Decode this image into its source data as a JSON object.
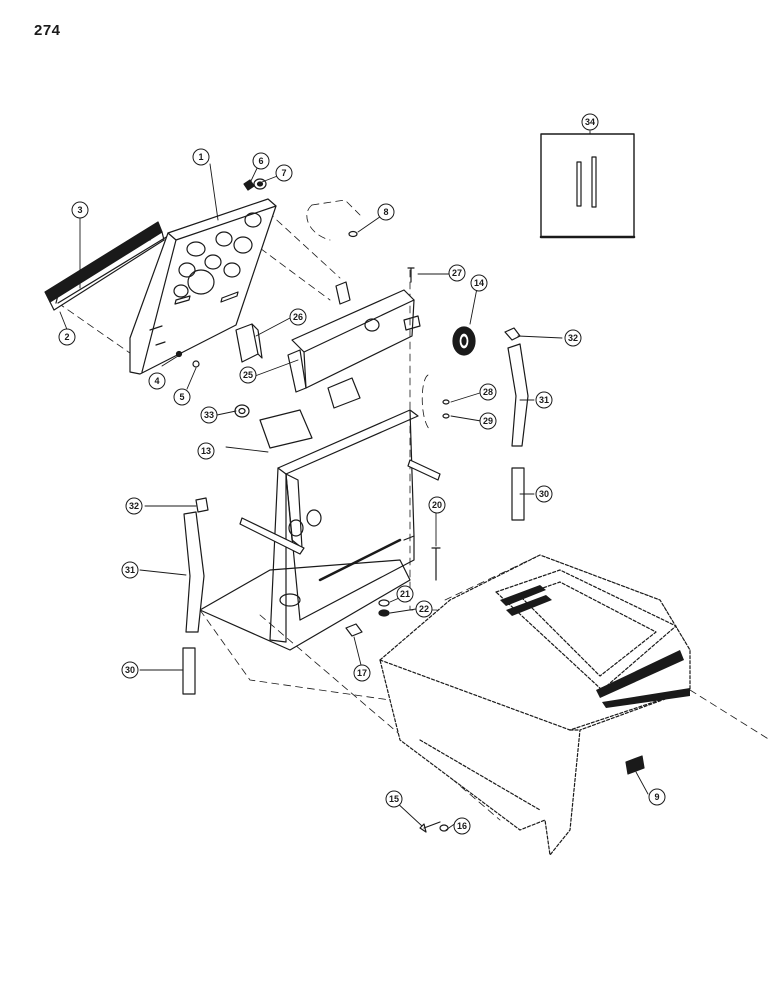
{
  "page_number": "274",
  "callouts": [
    {
      "label": "1"
    },
    {
      "label": "2"
    },
    {
      "label": "3"
    },
    {
      "label": "4"
    },
    {
      "label": "5"
    },
    {
      "label": "6"
    },
    {
      "label": "7"
    },
    {
      "label": "8"
    },
    {
      "label": "9"
    },
    {
      "label": "13"
    },
    {
      "label": "14"
    },
    {
      "label": "15"
    },
    {
      "label": "16"
    },
    {
      "label": "17"
    },
    {
      "label": "20"
    },
    {
      "label": "21"
    },
    {
      "label": "22"
    },
    {
      "label": "25"
    },
    {
      "label": "26"
    },
    {
      "label": "27"
    },
    {
      "label": "28"
    },
    {
      "label": "29"
    },
    {
      "label": "30"
    },
    {
      "label": "30"
    },
    {
      "label": "31"
    },
    {
      "label": "31"
    },
    {
      "label": "32"
    },
    {
      "label": "32"
    },
    {
      "label": "33"
    },
    {
      "label": "34"
    }
  ],
  "colors": {
    "line": "#1a1a1a",
    "paper": "#ffffff"
  }
}
